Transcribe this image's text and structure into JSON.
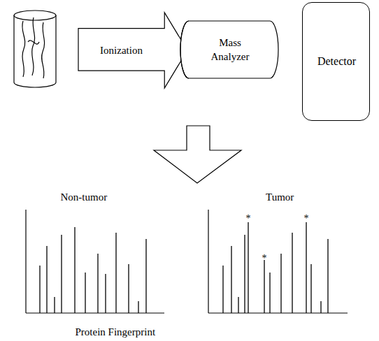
{
  "diagram": {
    "caption": "Protein Fingerprint",
    "nodes": [
      {
        "text": [
          "Ionization"
        ]
      },
      {
        "text": [
          "Mass Analyzer"
        ]
      },
      {
        "text": [
          "Detector"
        ]
      }
    ],
    "labels": [
      "Non-tumor",
      "Tumor",
      "*",
      "*",
      "*"
    ]
  }
}
